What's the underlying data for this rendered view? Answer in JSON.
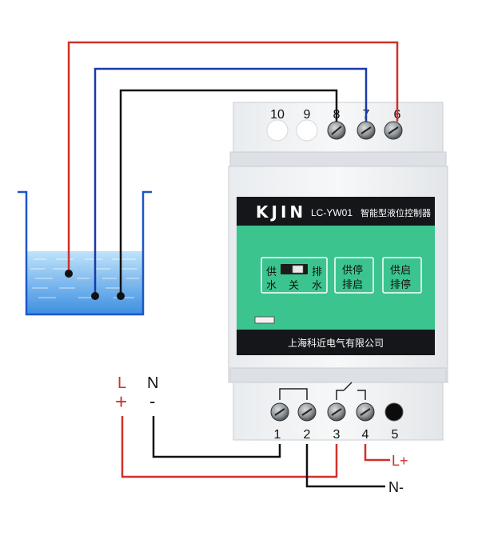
{
  "device": {
    "brand": "KJIN",
    "model": "LC-YW01",
    "product_name": "智能型液位控制器",
    "manufacturer": "上海科近电气有限公司",
    "panel_color": "#3cc48f",
    "top_terminals": [
      "10",
      "9",
      "8",
      "7",
      "6"
    ],
    "bottom_terminals": [
      "1",
      "2",
      "3",
      "4",
      "5"
    ],
    "switch": {
      "left_top": "供",
      "left_bottom": "水",
      "center": "关",
      "right_top": "排",
      "right_bottom": "水"
    },
    "mode_buttons": [
      {
        "line1": "供停",
        "line2": "排启"
      },
      {
        "line1": "供启",
        "line2": "排停"
      }
    ]
  },
  "wiring": {
    "L_label": "L",
    "plus_label": "+",
    "N_label": "N",
    "minus_label": "-",
    "l_plus_label": "L+",
    "n_minus_label": "N-",
    "colors": {
      "red": "#d0302a",
      "blue": "#1a3aa8",
      "black": "#111111"
    }
  }
}
